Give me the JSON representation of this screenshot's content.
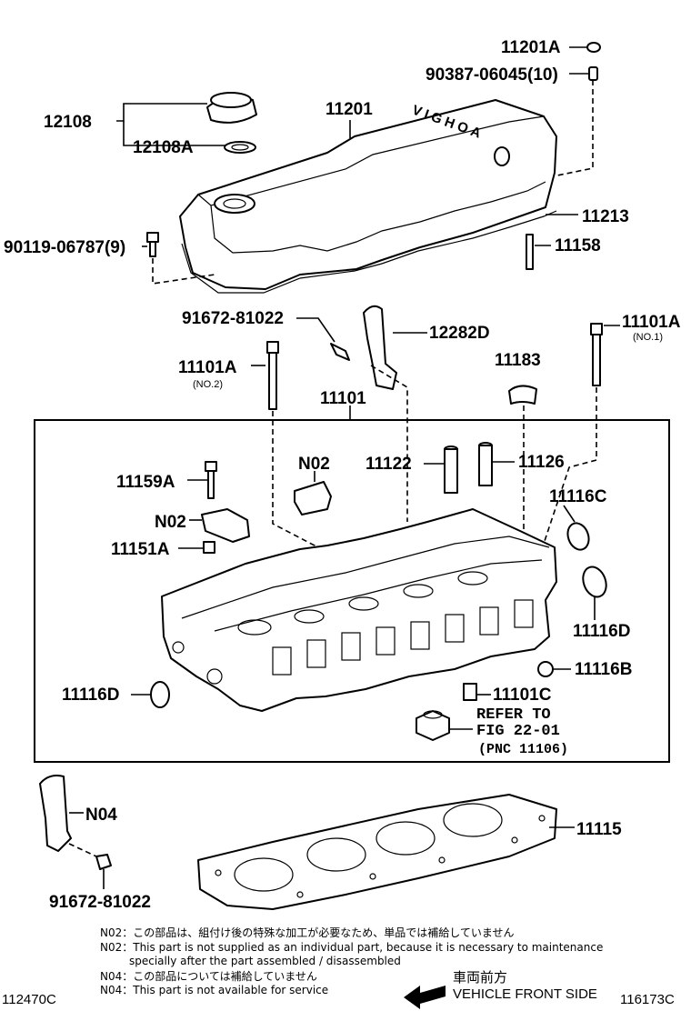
{
  "labels": {
    "p11201A": "11201A",
    "p90387": "90387-06045(10)",
    "p12108": "12108",
    "p12108A": "12108A",
    "p11201": "11201",
    "p11213": "11213",
    "p90119": "90119-06787(9)",
    "p11158": "11158",
    "p91672_top": "91672-81022",
    "p12282D": "12282D",
    "p11101A_no1": "11101A",
    "no1": "(NO.1)",
    "p11101A_no2": "11101A",
    "no2": "(NO.2)",
    "p11183": "11183",
    "p11101": "11101",
    "p11122": "11122",
    "p11126": "11126",
    "p11159A": "11159A",
    "n02_a": "N02",
    "n02_b": "N02",
    "p11151A": "11151A",
    "p11116C": "11116C",
    "p11116D_right": "11116D",
    "p11116B": "11116B",
    "p11116D_left": "11116D",
    "p11101C": "11101C",
    "refer_to": "REFER TO",
    "fig": "FIG 22-01",
    "pnc": "(PNC 11106)",
    "n04": "N04",
    "p91672_bottom": "91672-81022",
    "p11115": "11115"
  },
  "notes": {
    "n02_jp": "N02：この部品は、組付け後の特殊な加工が必要なため、単品では補給していません",
    "n02_en1": "N02：This part is not supplied as an individual part, because it is necessary to maintenance",
    "n02_en2": "specially after the part assembled / disassembled",
    "n04_jp": "N04：この部品については補給していません",
    "n04_en": "N04：This part is not available for service"
  },
  "footer": {
    "left_code": "112470C",
    "direction_jp": "車両前方",
    "direction_en": "VEHICLE FRONT SIDE",
    "right_code": "116173C"
  }
}
